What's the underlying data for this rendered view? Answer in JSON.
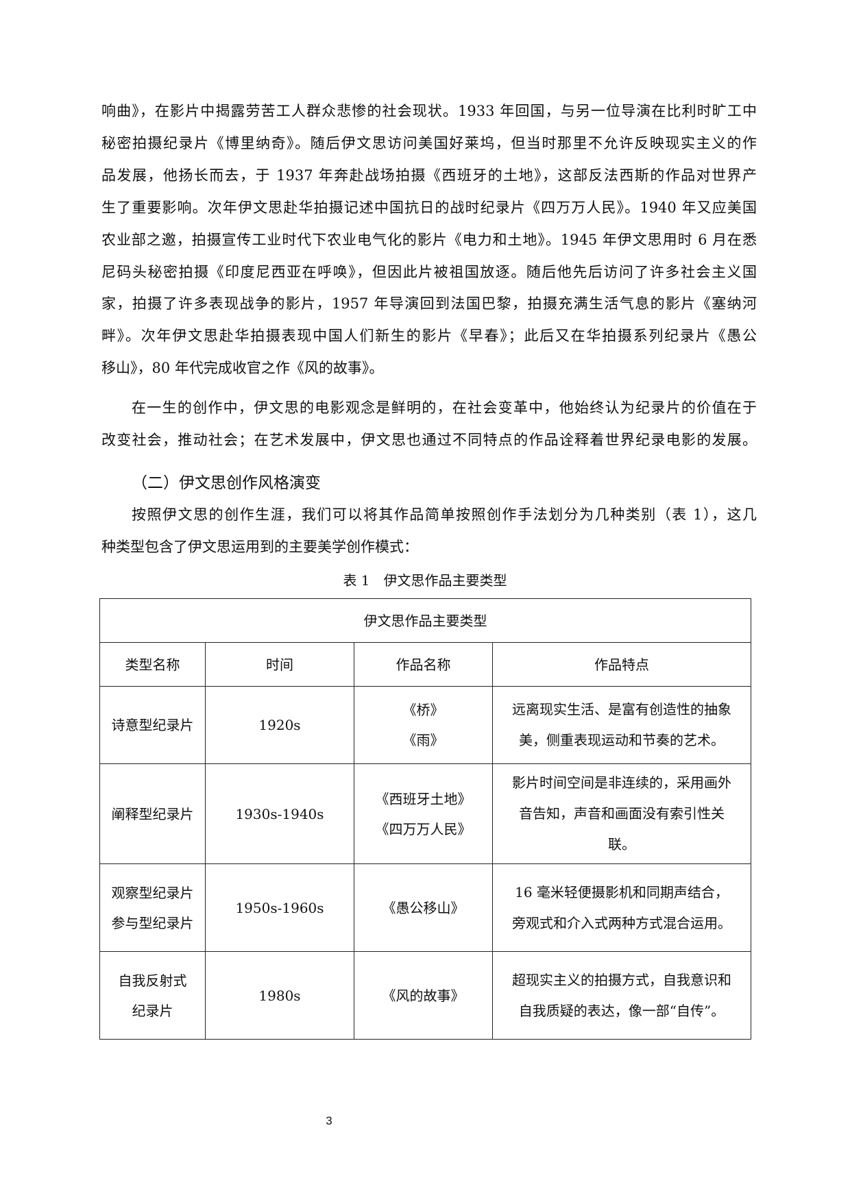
{
  "paragraph1": {
    "lines": [
      "响曲》，在影片中揭露劳苦工人群众悲惨的社会现状。1933 年回国，与另一位导演在比利时旷工中",
      "秘密拍摄纪录片《博里纳奇》。随后伊文思访问美国好莱坞，但当时那里不允许反映现实主义的作",
      "品发展，他扬长而去，于 1937 年奔赴战场拍摄《西班牙的土地》，这部反法西斯的作品对世界产",
      "生了重要影响。次年伊文思赴华拍摄记述中国抗日的战时纪录片《四万万人民》。1940 年又应美国",
      "农业部之邀，拍摄宣传工业时代下农业电气化的影片《电力和土地》。1945 年伊文思用时 6 月在悉",
      "尼码头秘密拍摄《印度尼西亚在呼唤》，但因此片被祖国放逐。随后他先后访问了许多社会主义国",
      "家，拍摄了许多表现战争的影片，1957 年导演回到法国巴黎，拍摄充满生活气息的影片《塞纳河",
      "畔》。次年伊文思赴华拍摄表现中国人们新生的影片《早春》；此后又在华拍摄系列纪录片《愚公",
      "移山》，80 年代完成收官之作《风的故事》。"
    ]
  },
  "paragraph2": {
    "lines": [
      "在一生的创作中，伊文思的电影观念是鲜明的，在社会变革中，他始终认为纪录片的价值在于",
      "改变社会，推动社会；在艺术发展中，伊文思也通过不同特点的作品诠释着世界纪录电影的发展。"
    ]
  },
  "section_heading": "（二）伊文思创作风格演变",
  "paragraph3": {
    "lines": [
      "按照伊文思的创作生涯，我们可以将其作品简单按照创作手法划分为几种类别（表 1），这几",
      "种类型包含了伊文思运用到的主要美学创作模式："
    ]
  },
  "table": {
    "caption": "表 1　伊文思作品主要类型",
    "title": "伊文思作品主要类型",
    "headers": [
      "类型名称",
      "时间",
      "作品名称",
      "作品特点"
    ],
    "rows": [
      {
        "type": [
          "诗意型纪录片"
        ],
        "period": "1920s",
        "works": [
          "《桥》",
          "《雨》"
        ],
        "features": [
          "远离现实生活、是富有创造性的抽象",
          "美，侧重表现运动和节奏的艺术。"
        ]
      },
      {
        "type": [
          "阐释型纪录片"
        ],
        "period": "1930s-1940s",
        "works": [
          "《西班牙土地》",
          "《四万万人民》"
        ],
        "features": [
          "影片时间空间是非连续的，采用画外",
          "音告知，声音和画面没有索引性关",
          "联。"
        ]
      },
      {
        "type": [
          "观察型纪录片",
          "参与型纪录片"
        ],
        "period": "1950s-1960s",
        "works": [
          "《愚公移山》"
        ],
        "features": [
          "16 毫米轻便摄影机和同期声结合，",
          "旁观式和介入式两种方式混合运用。"
        ]
      },
      {
        "type": [
          "自我反射式",
          "纪录片"
        ],
        "period": "1980s",
        "works": [
          "《风的故事》"
        ],
        "features": [
          "超现实主义的拍摄方式，自我意识和",
          "自我质疑的表达，像一部“自传”。"
        ]
      }
    ]
  },
  "page_number": "3"
}
